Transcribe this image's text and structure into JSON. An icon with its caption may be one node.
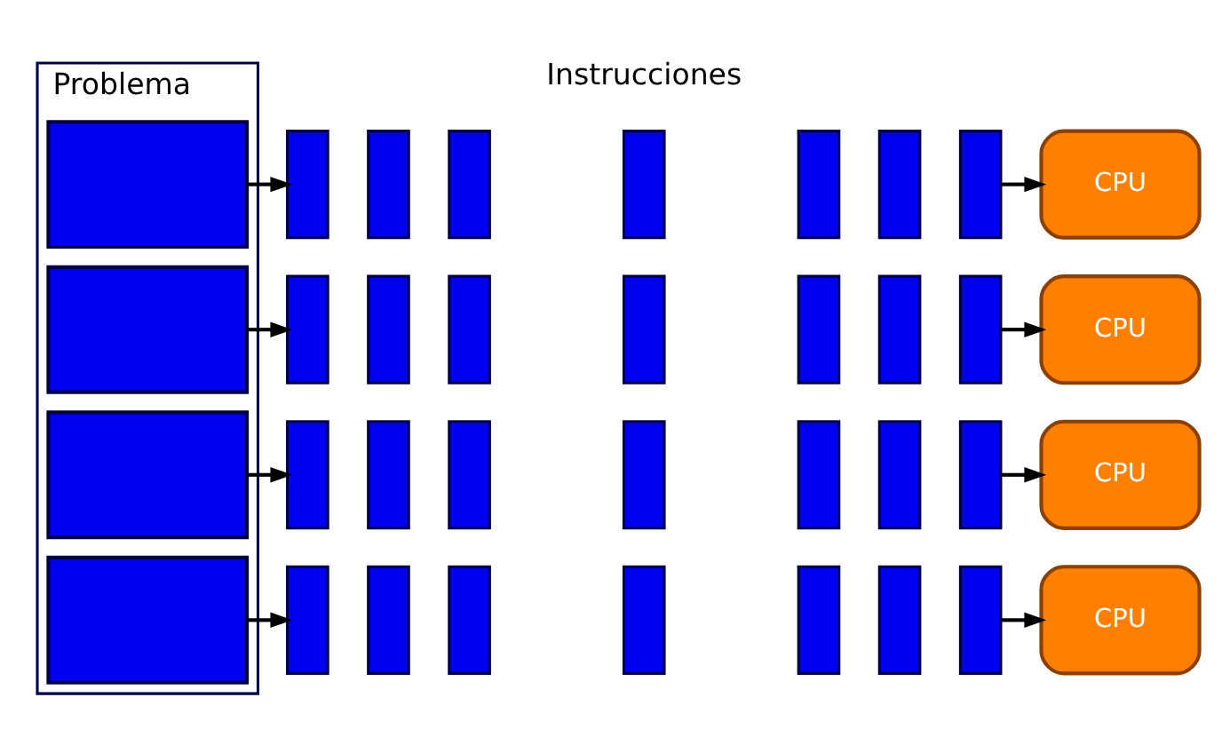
{
  "diagram": {
    "nodes": [
      {
        "text": [
          "Problema"
        ]
      },
      {
        "text": [],
        "shape": "box",
        "in": 0
      },
      {
        "text": [],
        "shape": "box",
        "in": 0
      },
      {
        "text": [],
        "shape": "box",
        "in": 0
      },
      {
        "text": [],
        "shape": "box",
        "in": 0
      },
      {
        "text": [],
        "shape": "box"
      },
      {
        "text": [],
        "shape": "box"
      },
      {
        "text": [],
        "shape": "box"
      },
      {
        "text": [],
        "shape": "box"
      },
      {
        "text": [],
        "shape": "box"
      },
      {
        "text": [],
        "shape": "box"
      },
      {
        "text": [],
        "shape": "box"
      },
      {
        "text": [
          "CPU"
        ]
      },
      {
        "text": [],
        "shape": "box"
      },
      {
        "text": [],
        "shape": "box"
      },
      {
        "text": [],
        "shape": "box"
      },
      {
        "text": [],
        "shape": "box"
      },
      {
        "text": [],
        "shape": "box"
      },
      {
        "text": [],
        "shape": "box"
      },
      {
        "text": [],
        "shape": "box"
      },
      {
        "text": [
          "CPU"
        ]
      },
      {
        "text": [],
        "shape": "box"
      },
      {
        "text": [],
        "shape": "box"
      },
      {
        "text": [],
        "shape": "box"
      },
      {
        "text": [],
        "shape": "box"
      },
      {
        "text": [],
        "shape": "box"
      },
      {
        "text": [],
        "shape": "box"
      },
      {
        "text": [],
        "shape": "box"
      },
      {
        "text": [
          "CPU"
        ]
      },
      {
        "text": [],
        "shape": "box"
      },
      {
        "text": [],
        "shape": "box"
      },
      {
        "text": [],
        "shape": "box"
      },
      {
        "text": [],
        "shape": "box"
      },
      {
        "text": [],
        "shape": "box"
      },
      {
        "text": [],
        "shape": "box"
      },
      {
        "text": [],
        "shape": "box"
      },
      {
        "text": [
          "CPU"
        ]
      }
    ],
    "edges": [
      {
        "from": 1,
        "to": 5,
        "arrow": "to"
      },
      {
        "from": 11,
        "to": 12,
        "arrow": "to"
      },
      {
        "from": 2,
        "to": 13,
        "arrow": "to"
      },
      {
        "from": 19,
        "to": 20,
        "arrow": "to"
      },
      {
        "from": 3,
        "to": 21,
        "arrow": "to"
      },
      {
        "from": 27,
        "to": 28,
        "arrow": "to"
      },
      {
        "from": 4,
        "to": 29,
        "arrow": "to"
      },
      {
        "from": 35,
        "to": 36,
        "arrow": "to"
      }
    ],
    "labels": [
      "Instrucciones"
    ]
  }
}
